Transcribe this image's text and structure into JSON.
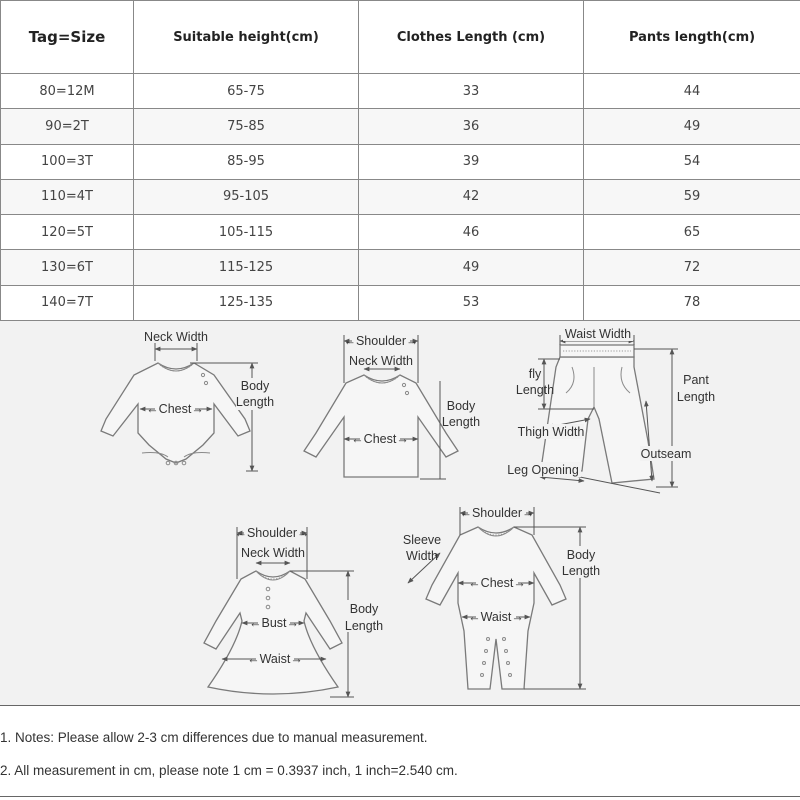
{
  "size_table": {
    "headers": [
      "Tag=Size",
      "Suitable height(cm)",
      "Clothes Length (cm)",
      "Pants length(cm)"
    ],
    "rows": [
      [
        "80=12M",
        "65-75",
        "33",
        "44"
      ],
      [
        "90=2T",
        "75-85",
        "36",
        "49"
      ],
      [
        "100=3T",
        "85-95",
        "39",
        "54"
      ],
      [
        "110=4T",
        "95-105",
        "42",
        "59"
      ],
      [
        "120=5T",
        "105-115",
        "46",
        "65"
      ],
      [
        "130=6T",
        "115-125",
        "49",
        "72"
      ],
      [
        "140=7T",
        "125-135",
        "53",
        "78"
      ]
    ]
  },
  "diagrams": {
    "bodysuit": {
      "neck_width": "Neck Width",
      "chest": "Chest",
      "body_length_1": "Body",
      "body_length_2": "Length"
    },
    "top": {
      "shoulder": "Shoulder",
      "neck_width": "Neck Width",
      "chest": "Chest",
      "body_length_1": "Body",
      "body_length_2": "Length"
    },
    "pants": {
      "waist_width": "Waist Width",
      "fly_1": "fly",
      "fly_2": "Length",
      "pant_length_1": "Pant",
      "pant_length_2": "Length",
      "thigh_width": "Thigh Width",
      "outseam": "Outseam",
      "leg_opening": "Leg Opening"
    },
    "dress": {
      "shoulder": "Shoulder",
      "neck_width": "Neck Width",
      "bust": "Bust",
      "waist": "Waist",
      "body_length_1": "Body",
      "body_length_2": "Length"
    },
    "romper": {
      "shoulder": "Shoulder",
      "sleeve_width_1": "Sleeve",
      "sleeve_width_2": "Width",
      "chest": "Chest",
      "waist": "Waist",
      "body_length_1": "Body",
      "body_length_2": "Length"
    }
  },
  "notes": [
    "1. Notes: Please allow 2-3 cm differences due to manual measurement.",
    "2. All measurement in cm, please note 1 cm = 0.3937 inch, 1 inch=2.540 cm."
  ]
}
